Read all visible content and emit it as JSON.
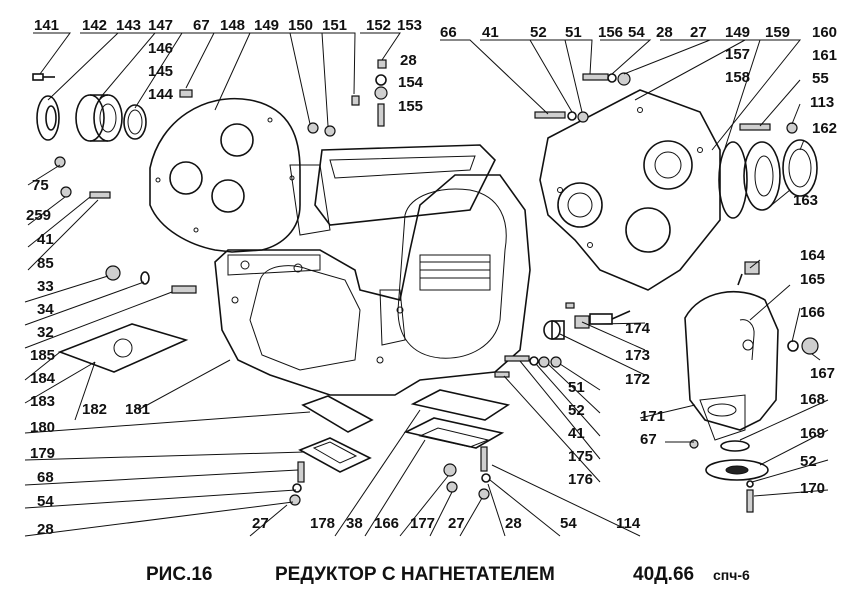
{
  "caption": {
    "figure": "РИС.16",
    "title": "РЕДУКТОР С НАГНЕТАТЕЛЕМ",
    "model": "40Д.66",
    "suffix": "спч-6"
  },
  "labels": {
    "l141": "141",
    "l142": "142",
    "l143": "143",
    "l147": "147",
    "l146": "146",
    "l145": "145",
    "l144": "144",
    "l67a": "67",
    "l148": "148",
    "l149a": "149",
    "l150": "150",
    "l151a": "151",
    "l152": "152",
    "l153": "153",
    "l28a": "28",
    "l154": "154",
    "l155": "155",
    "l66": "66",
    "l41a": "41",
    "l52a": "52",
    "l51a": "51",
    "l156": "156",
    "l54a": "54",
    "l28b": "28",
    "l27a": "27",
    "l149b": "149",
    "l157": "157",
    "l158": "158",
    "l160": "160",
    "l159": "159",
    "l161": "161",
    "l55": "55",
    "l113": "113",
    "l162": "162",
    "l163": "163",
    "l75": "75",
    "l259": "259",
    "l41b": "41",
    "l85": "85",
    "l33": "33",
    "l34": "34",
    "l32": "32",
    "l185": "185",
    "l184": "184",
    "l183": "183",
    "l182": "182",
    "l181": "181",
    "l180": "180",
    "l179": "179",
    "l68": "68",
    "l54b": "54",
    "l28c": "28",
    "l27b": "27",
    "l178": "178",
    "l38": "38",
    "l166a": "166",
    "l177": "177",
    "l27c": "27",
    "l28d": "28",
    "l54c": "54",
    "l114": "114",
    "l164": "164",
    "l165": "165",
    "l166b": "166",
    "l167": "167",
    "l174": "174",
    "l173": "173",
    "l172": "172",
    "l51b": "51",
    "l52b": "52",
    "l41c": "41",
    "l175": "175",
    "l176": "176",
    "l171": "171",
    "l67b": "67",
    "l168": "168",
    "l169": "169",
    "l52c": "52",
    "l170": "170"
  }
}
